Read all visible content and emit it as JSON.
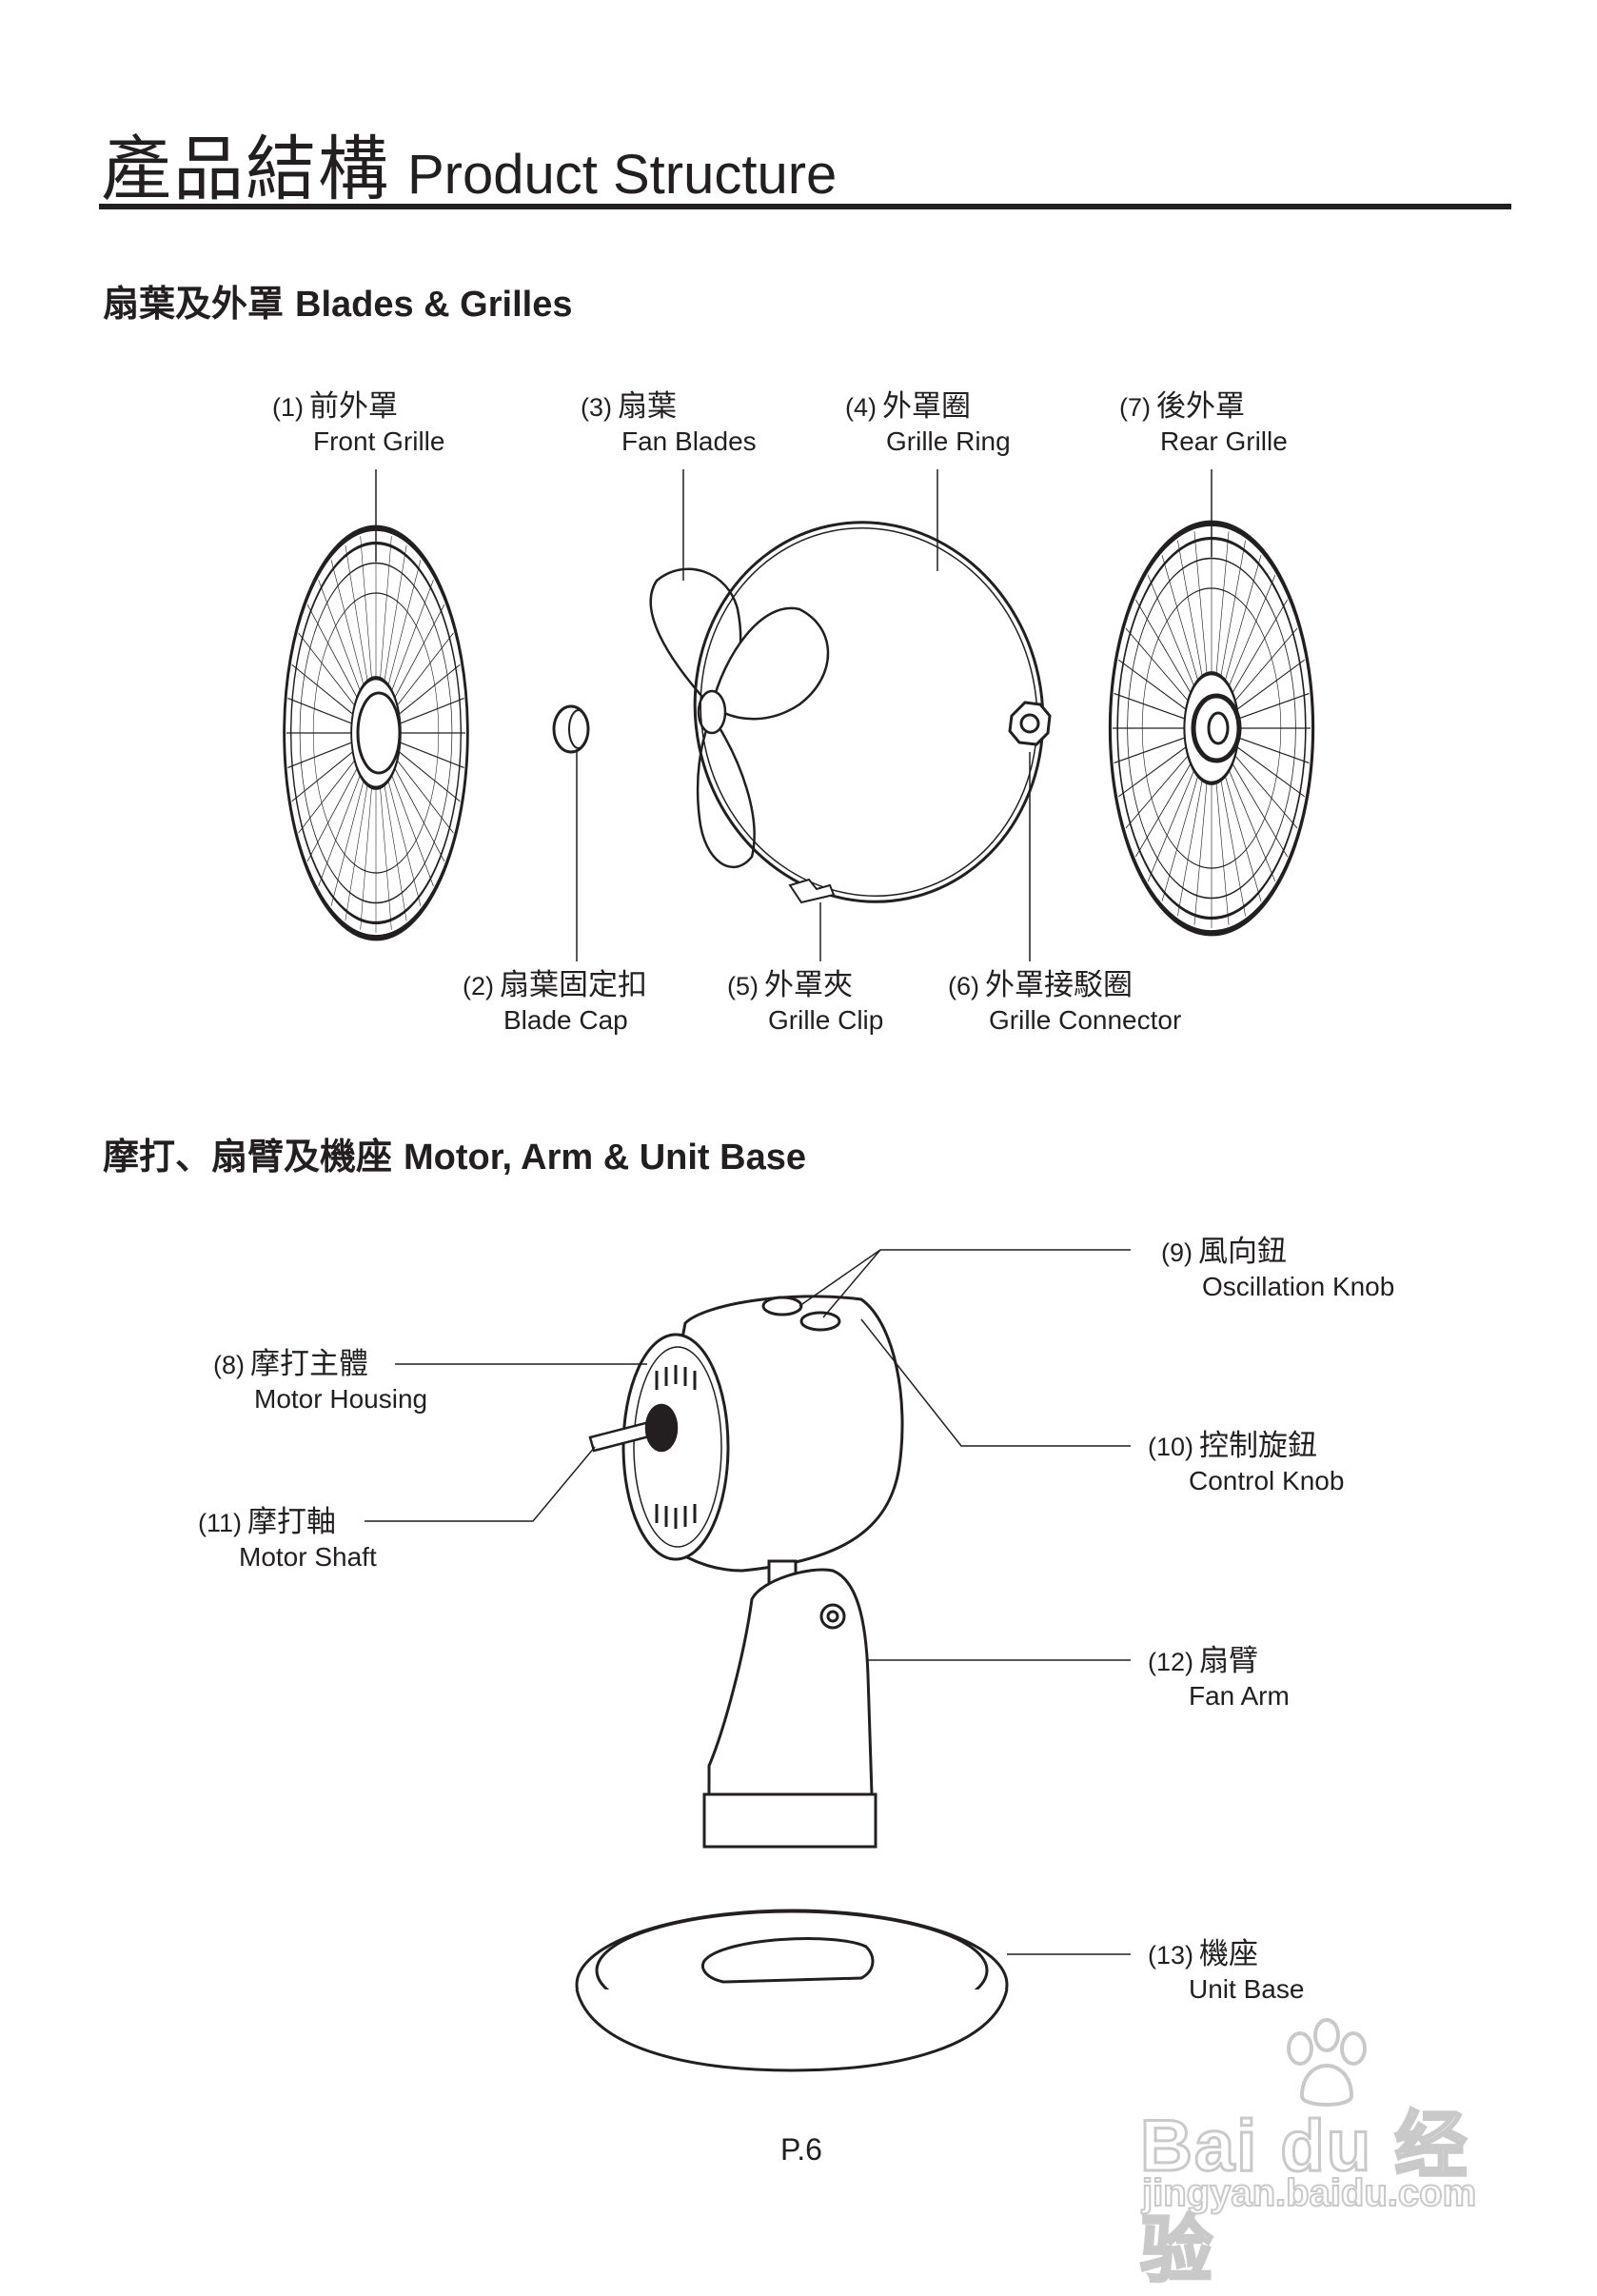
{
  "title": {
    "zh": "產品結構",
    "en": "Product Structure"
  },
  "section1": {
    "zh": "扇葉及外罩",
    "en": "Blades & Grilles"
  },
  "section2": {
    "zh": "摩打、扇臂及機座",
    "en": "Motor, Arm & Unit Base"
  },
  "parts": {
    "p1": {
      "num": "(1)",
      "zh": "前外罩",
      "en": "Front Grille"
    },
    "p2": {
      "num": "(2)",
      "zh": "扇葉固定扣",
      "en": "Blade Cap"
    },
    "p3": {
      "num": "(3)",
      "zh": "扇葉",
      "en": "Fan Blades"
    },
    "p4": {
      "num": "(4)",
      "zh": "外罩圈",
      "en": "Grille Ring"
    },
    "p5": {
      "num": "(5)",
      "zh": "外罩夾",
      "en": "Grille Clip"
    },
    "p6": {
      "num": "(6)",
      "zh": "外罩接駁圈",
      "en": "Grille Connector"
    },
    "p7": {
      "num": "(7)",
      "zh": "後外罩",
      "en": "Rear Grille"
    },
    "p8": {
      "num": "(8)",
      "zh": "摩打主體",
      "en": "Motor Housing"
    },
    "p9": {
      "num": "(9)",
      "zh": "風向鈕",
      "en": "Oscillation Knob"
    },
    "p10": {
      "num": "(10)",
      "zh": "控制旋鈕",
      "en": "Control Knob"
    },
    "p11": {
      "num": "(11)",
      "zh": "摩打軸",
      "en": "Motor Shaft"
    },
    "p12": {
      "num": "(12)",
      "zh": "扇臂",
      "en": "Fan Arm"
    },
    "p13": {
      "num": "(13)",
      "zh": "機座",
      "en": "Unit Base"
    }
  },
  "page_number": "P.6",
  "watermark": {
    "logo": "Bai du 经验",
    "url": "jingyan.baidu.com"
  }
}
